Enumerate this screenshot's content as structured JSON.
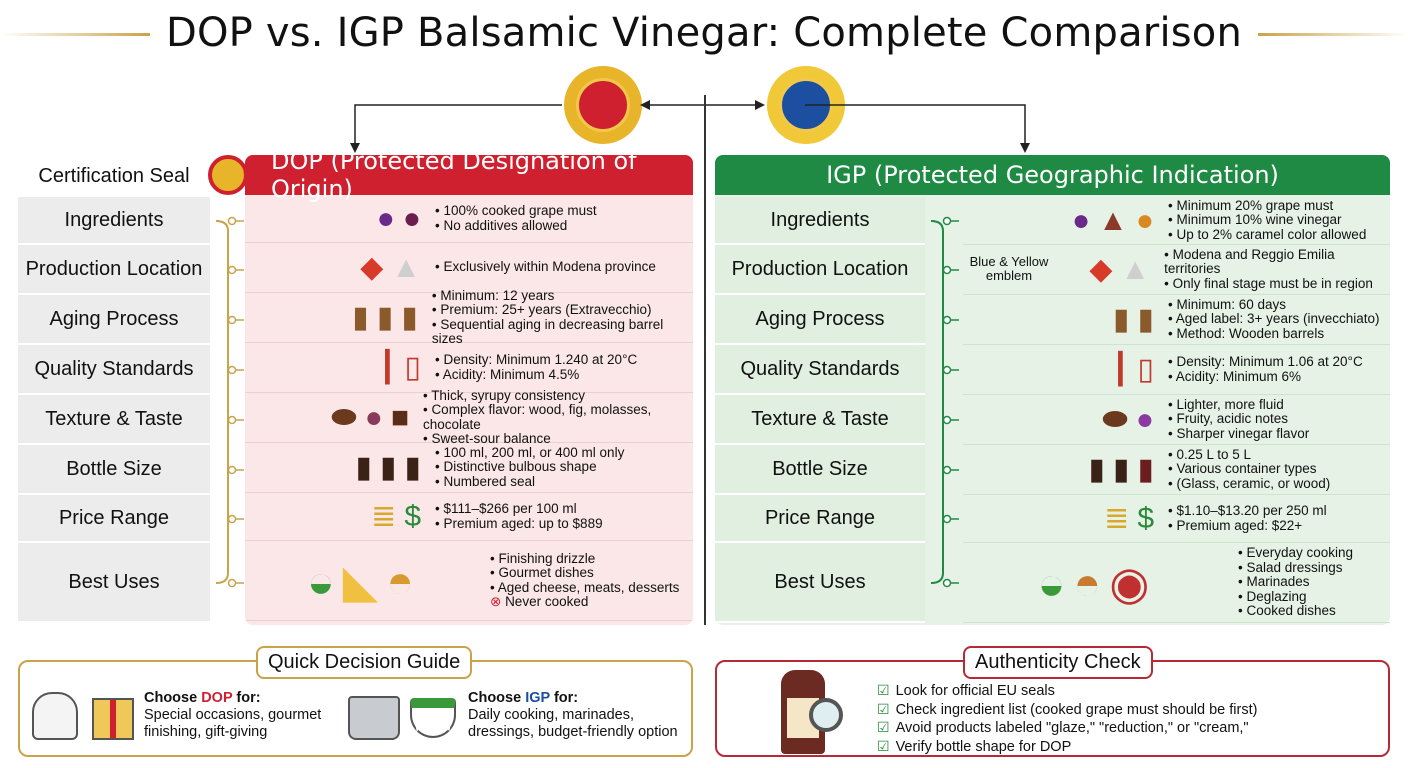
{
  "title": "DOP vs. IGP Balsamic Vinegar: Complete Comparison",
  "colors": {
    "dop": "#cf2030",
    "igp": "#1e8a44",
    "dop_bg": "#fbe7e7",
    "igp_bg": "#e6f2e6",
    "gold": "#c9a34a",
    "label_bg": "#ececec"
  },
  "row_labels": [
    "Ingredients",
    "Production Location",
    "Aging Process",
    "Quality Standards",
    "Texture & Taste",
    "Bottle Size",
    "Price Range",
    "Best Uses"
  ],
  "cert_label": "Certification Seal",
  "dop": {
    "header": "DOP (Protected Designation of Origin)",
    "rows": [
      {
        "icons": [
          "grapes-icon",
          "drop-icon"
        ],
        "bullets": [
          "100% cooked grape must",
          "No additives allowed"
        ]
      },
      {
        "icons": [
          "map-pin-icon",
          "italy-map-icon"
        ],
        "bullets": [
          "Exclusively within Modena province"
        ]
      },
      {
        "icons": [
          "barrel-icon",
          "barrel-icon",
          "barrel-icon"
        ],
        "bullets": [
          "Minimum: 12 years",
          "Premium: 25+ years (Extravecchio)",
          "Sequential aging in decreasing barrel sizes"
        ]
      },
      {
        "icons": [
          "thermometer-icon",
          "test-tube-icon"
        ],
        "bullets": [
          "Density: Minimum 1.240 at 20°C",
          "Acidity: Minimum 4.5%"
        ]
      },
      {
        "icons": [
          "spoon-icon",
          "fig-icon",
          "chocolate-icon"
        ],
        "bullets": [
          "Thick, syrupy consistency",
          "Complex flavor: wood, fig, molasses, chocolate",
          "Sweet-sour balance"
        ]
      },
      {
        "icons": [
          "bottle-icon",
          "bottle-icon",
          "bottle-icon"
        ],
        "bullets": [
          "100 ml, 200 ml, or 400 ml only",
          "Distinctive bulbous shape",
          "Numbered seal"
        ]
      },
      {
        "icons": [
          "coins-icon",
          "dollar-icon"
        ],
        "bullets": [
          "$111–$266 per 100 ml",
          "Premium aged: up to $889"
        ]
      },
      {
        "icons": [
          "salad-icon",
          "cheese-icon",
          "dessert-icon"
        ],
        "bullets": [
          "Finishing drizzle",
          "Gourmet dishes",
          "Aged cheese, meats, desserts"
        ],
        "note": "Never cooked"
      }
    ]
  },
  "igp": {
    "header": "IGP (Protected Geographic Indication)",
    "emblem_note": "Blue & Yellow emblem",
    "rows": [
      {
        "icons": [
          "grapes-icon",
          "vinegar-cruet-icon",
          "caramel-drop-icon"
        ],
        "bullets": [
          "Minimum 20% grape must",
          "Minimum 10% wine vinegar",
          "Up to 2% caramel color allowed"
        ]
      },
      {
        "icons": [
          "map-pin-icon",
          "italy-map-icon"
        ],
        "bullets": [
          "Modena and Reggio Emilia territories",
          "Only final stage must be in region"
        ]
      },
      {
        "icons": [
          "barrel-icon",
          "barrel-icon"
        ],
        "bullets": [
          "Minimum: 60 days",
          "Aged label: 3+ years (invecchiato)",
          "Method: Wooden barrels"
        ]
      },
      {
        "icons": [
          "thermometer-icon",
          "test-tube-icon"
        ],
        "bullets": [
          "Density: Minimum 1.06 at 20°C",
          "Acidity: Minimum 6%"
        ]
      },
      {
        "icons": [
          "spoon-icon",
          "berries-icon"
        ],
        "bullets": [
          "Lighter, more fluid",
          "Fruity, acidic notes",
          "Sharper vinegar flavor"
        ]
      },
      {
        "icons": [
          "bottle-icon",
          "bottle-icon",
          "wine-bottle-icon"
        ],
        "bullets": [
          "0.25 L to 5 L",
          "Various container types",
          "(Glass, ceramic, or wood)"
        ]
      },
      {
        "icons": [
          "coins-icon",
          "dollar-icon"
        ],
        "bullets": [
          "$1.10–$13.20 per 250 ml",
          "Premium aged: $22+"
        ]
      },
      {
        "icons": [
          "salad-icon",
          "roast-chicken-icon",
          "frying-pan-icon"
        ],
        "bullets": [
          "Everyday cooking",
          "Salad dressings",
          "Marinades",
          "Deglazing",
          "Cooked dishes"
        ]
      }
    ]
  },
  "guide": {
    "title": "Quick Decision Guide",
    "dop_prefix": "Choose ",
    "dop_word": "DOP",
    "dop_suffix": " for:",
    "dop_text": "Special occasions, gourmet finishing, gift-giving",
    "igp_prefix": "Choose ",
    "igp_word": "IGP",
    "igp_suffix": " for:",
    "igp_text": "Daily cooking, marinades, dressings, budget-friendly option"
  },
  "auth": {
    "title": "Authenticity Check",
    "items": [
      "Look for official EU seals",
      "Check ingredient list (cooked grape must should be first)",
      "Avoid products labeled \"glaze,\" \"reduction,\" or \"cream,\"",
      "Verify bottle shape for DOP"
    ]
  }
}
